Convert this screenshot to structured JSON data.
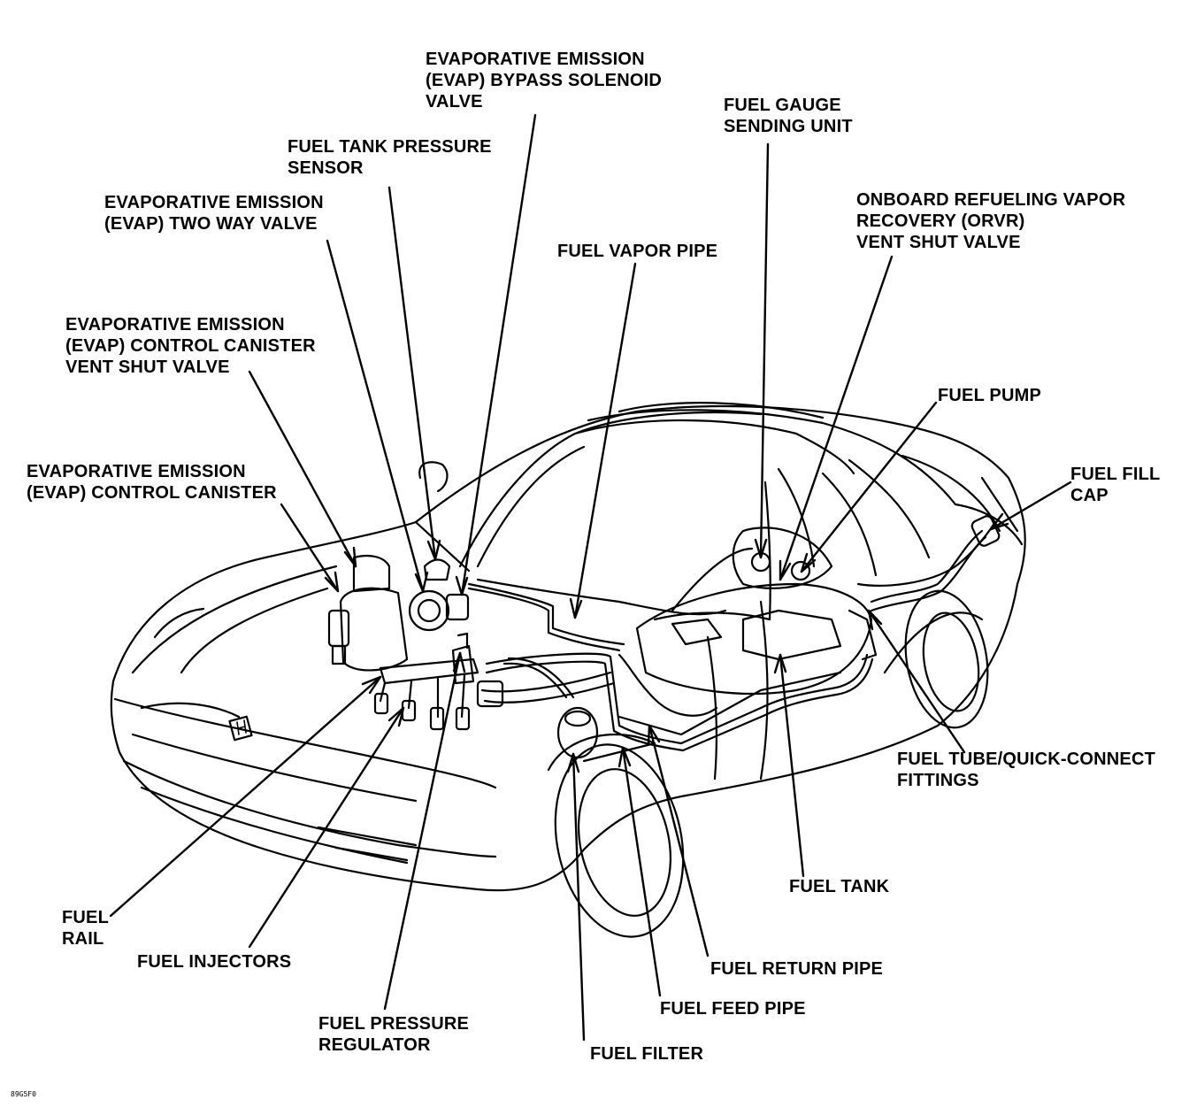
{
  "diagram": {
    "labels": {
      "evap_bypass_valve": [
        "EVAPORATIVE EMISSION",
        "(EVAP) BYPASS SOLENOID",
        "VALVE"
      ],
      "fuel_tank_pressure_sensor": [
        "FUEL TANK PRESSURE",
        "SENSOR"
      ],
      "evap_two_way_valve": [
        "EVAPORATIVE EMISSION",
        "(EVAP) TWO WAY VALVE"
      ],
      "evap_canister_vent_shut_valve": [
        "EVAPORATIVE EMISSION",
        "(EVAP) CONTROL CANISTER",
        "VENT SHUT VALVE"
      ],
      "evap_control_canister": [
        "EVAPORATIVE EMISSION",
        "(EVAP) CONTROL CANISTER"
      ],
      "fuel_gauge_sending_unit": [
        "FUEL GAUGE",
        "SENDING UNIT"
      ],
      "orvr_vent_shut_valve": [
        "ONBOARD REFUELING VAPOR",
        "RECOVERY (ORVR)",
        "VENT SHUT VALVE"
      ],
      "fuel_vapor_pipe": [
        "FUEL VAPOR PIPE"
      ],
      "fuel_pump": [
        "FUEL PUMP"
      ],
      "fuel_fill_cap": [
        "FUEL FILL",
        "CAP"
      ],
      "fuel_tube_fittings": [
        "FUEL TUBE/QUICK-CONNECT",
        "FITTINGS"
      ],
      "fuel_tank": [
        "FUEL TANK"
      ],
      "fuel_rail": [
        "FUEL",
        "RAIL"
      ],
      "fuel_injectors": [
        "FUEL INJECTORS"
      ],
      "fuel_pressure_regulator": [
        "FUEL PRESSURE",
        "REGULATOR"
      ],
      "fuel_return_pipe": [
        "FUEL RETURN PIPE"
      ],
      "fuel_feed_pipe": [
        "FUEL FEED PIPE"
      ],
      "fuel_filter": [
        "FUEL FILTER"
      ]
    },
    "figure_code": "89G5F0"
  }
}
